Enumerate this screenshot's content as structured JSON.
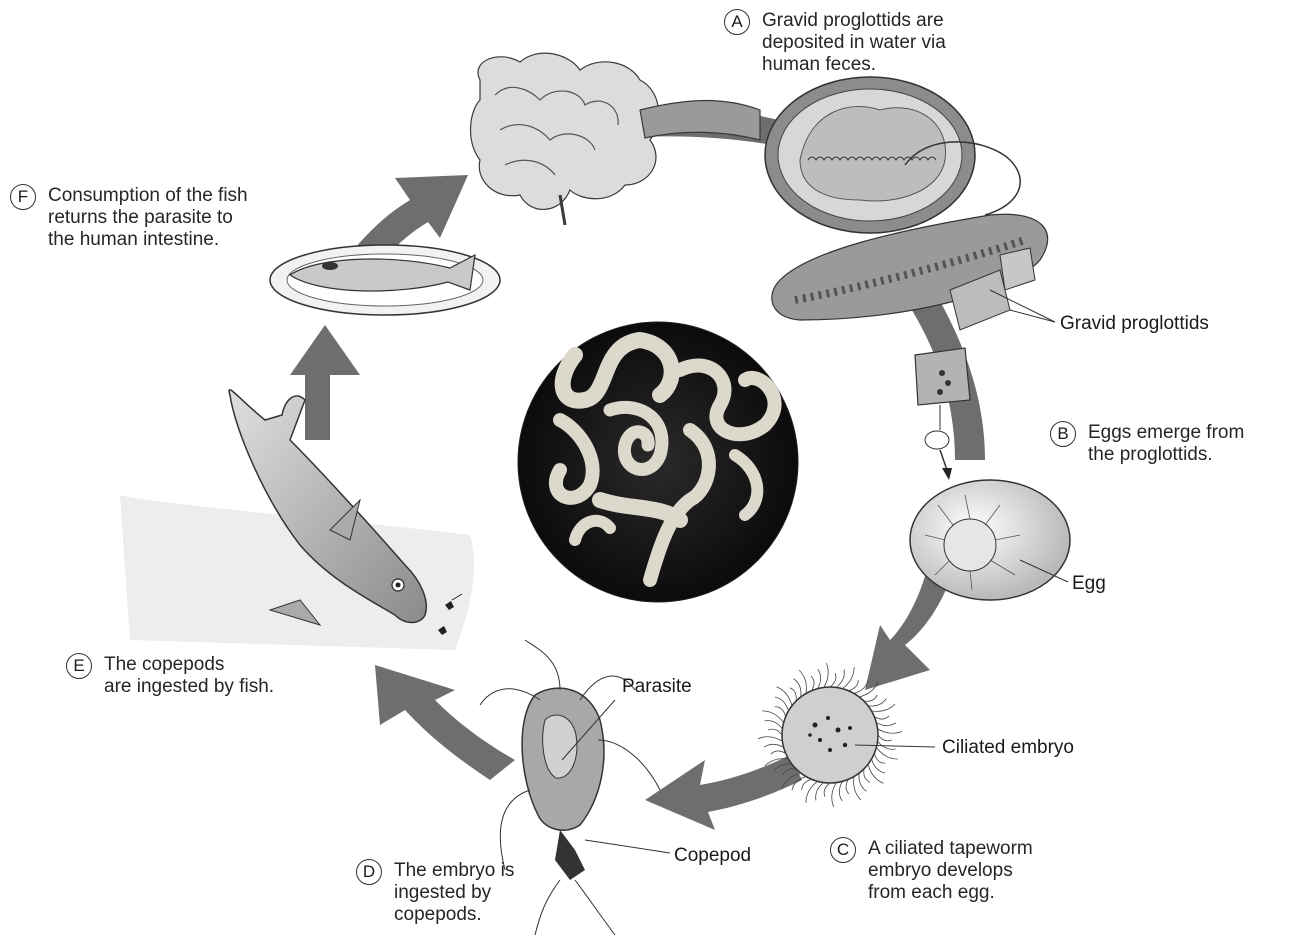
{
  "steps": [
    {
      "letter": "A",
      "text": "Gravid proglottids are\ndeposited in water via\nhuman feces."
    },
    {
      "letter": "B",
      "text": "Eggs emerge from\n the proglottids."
    },
    {
      "letter": "C",
      "text": "A ciliated tapeworm\nembryo develops\nfrom each egg."
    },
    {
      "letter": "D",
      "text": "The embryo is\ningested by\ncopepods."
    },
    {
      "letter": "E",
      "text": "The copepods\nare ingested by fish."
    },
    {
      "letter": "F",
      "text": "Consumption of the fish\nreturns the parasite to\nthe human intestine."
    }
  ],
  "labels": {
    "gravid_proglottids": "Gravid proglottids",
    "egg": "Egg",
    "ciliated_embryo": "Ciliated embryo",
    "parasite": "Parasite",
    "copepod": "Copepod"
  },
  "colors": {
    "arrow": "#6e6e6e",
    "ink": "#1a1a1a",
    "photo_bg": "#121212",
    "worm": "#dcd8cc"
  }
}
